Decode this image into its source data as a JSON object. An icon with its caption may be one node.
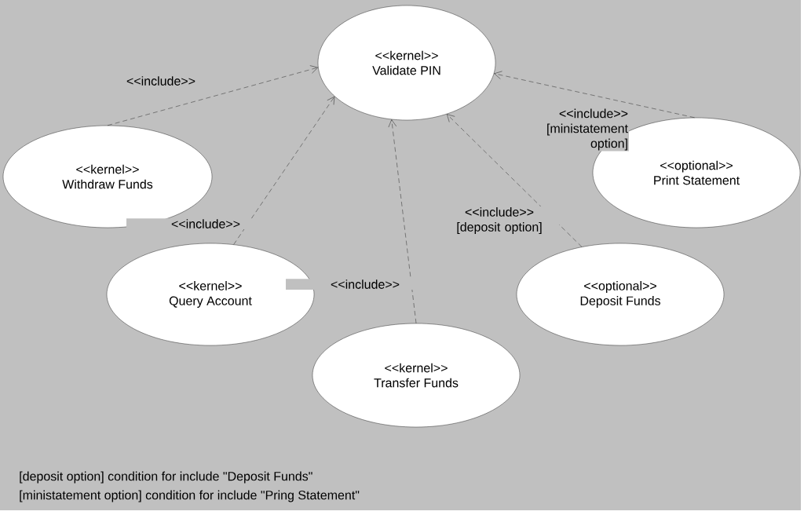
{
  "diagram": {
    "nodes": [
      {
        "text": [
          "<<kernel>>",
          "Validate PIN"
        ]
      },
      {
        "text": [
          "<<kernel>>",
          "Withdraw Funds"
        ]
      },
      {
        "text": [
          "<<kernel>>",
          "Query Account"
        ]
      },
      {
        "text": [
          "<<kernel>>",
          "Transfer Funds"
        ]
      },
      {
        "text": [
          "<<optional>>",
          "Deposit Funds"
        ]
      },
      {
        "text": [
          "<<optional>>",
          "Print Statement"
        ]
      }
    ],
    "edges": [
      {
        "from": 1,
        "to": 0,
        "arrow": "to",
        "style": "dashed",
        "label": "<<include>>"
      },
      {
        "from": 2,
        "to": 0,
        "arrow": "to",
        "style": "dashed",
        "label": "<<include>>"
      },
      {
        "from": 3,
        "to": 0,
        "arrow": "to",
        "style": "dashed",
        "label": "<<include>>"
      },
      {
        "from": 4,
        "to": 0,
        "arrow": "to",
        "style": "dashed",
        "label": "<<include>> [deposit option]"
      },
      {
        "from": 5,
        "to": 0,
        "arrow": "to",
        "style": "dashed",
        "label": "<<include>> [ministatement option]"
      }
    ],
    "labels": [
      "[deposit option] condition for include \"Deposit Funds\"",
      "[ministatement option] condition for include \"Pring Statement\""
    ]
  }
}
